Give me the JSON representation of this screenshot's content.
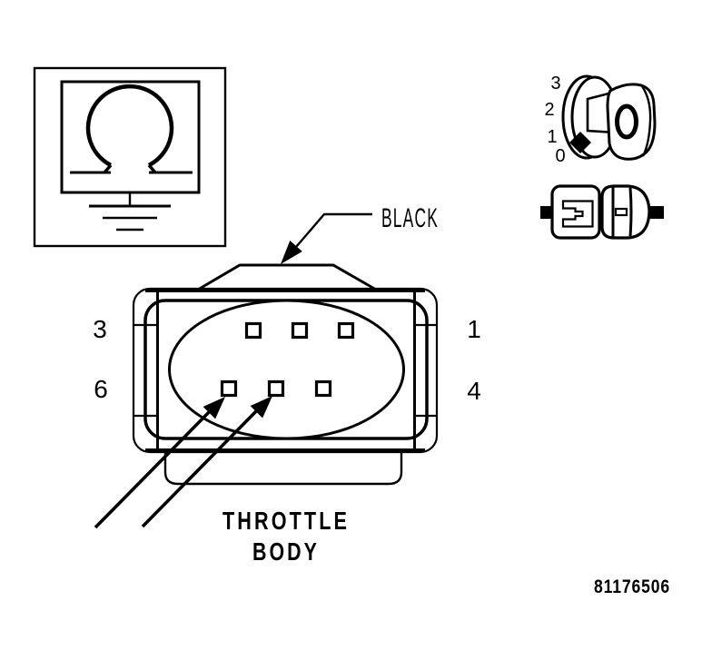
{
  "diagram": {
    "colors": {
      "background": "#ffffff",
      "ink": "#000000"
    },
    "ground_symbol": {
      "icon": "actuator-ground-symbol"
    },
    "ignition_key": {
      "icon": "ignition-key-positions-icon",
      "positions": [
        "3",
        "2",
        "1",
        "0"
      ],
      "selected_position": "0"
    },
    "inline_connector": {
      "icon": "connector-pair-icon"
    },
    "wire_color_label": "BLACK",
    "connector": {
      "pin_labels": {
        "top_left": "3",
        "top_right": "1",
        "bottom_left": "6",
        "bottom_right": "4"
      },
      "pin_count": 6
    },
    "component_name": {
      "line1": "THROTTLE",
      "line2": "BODY"
    },
    "figure_number": "81176506"
  }
}
